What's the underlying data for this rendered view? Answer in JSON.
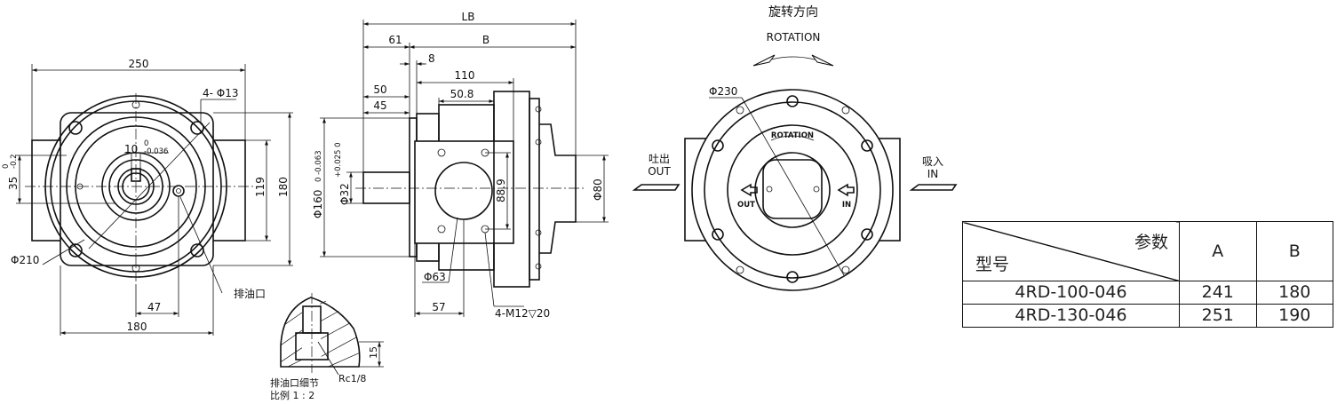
{
  "front_view": {
    "dim_width": "250",
    "dim_holes": "4- Φ13",
    "dim_tol_10": "10",
    "dim_tol_10_up": "0",
    "dim_tol_10_low": "-0.036",
    "dim_35": "35",
    "dim_35_up": "0",
    "dim_35_low": "-0.2",
    "dim_119": "119",
    "dim_180_v": "180",
    "dim_210": "Φ210",
    "dim_47": "47",
    "dim_180_h": "180",
    "drain_label": "排油口"
  },
  "side_view": {
    "dim_lb": "LB",
    "dim_b": "B",
    "dim_61": "61",
    "dim_8": "8",
    "dim_110": "110",
    "dim_50": "50",
    "dim_45": "45",
    "dim_50_8": "50.8",
    "dim_160": "Φ160",
    "dim_160_tol": "0 -0.063",
    "dim_32": "Φ32",
    "dim_32_tol": "+0.025 0",
    "dim_88_9": "88.9",
    "dim_80": "Φ80",
    "dim_63": "Φ63",
    "dim_57": "57",
    "dim_threads": "4-M12▽20"
  },
  "detail": {
    "dim_15": "15",
    "rc_label": "Rc1/8",
    "title": "排油口细节",
    "scale": "比例 1 : 2"
  },
  "rear_view": {
    "rotation_cn": "旋转方向",
    "rotation_en": "ROTATION",
    "dim_230": "Φ230",
    "plate_rotation": "ROTATION",
    "out_cn": "吐出",
    "out_en": "OUT",
    "in_cn": "吸入",
    "in_en": "IN",
    "port_out": "OUT",
    "port_in": "IN"
  },
  "spec_table": {
    "header_param": "参数",
    "header_model": "型号",
    "col_a": "A",
    "col_b": "B",
    "rows": [
      {
        "model": "4RD-100-046",
        "a": "241",
        "b": "180"
      },
      {
        "model": "4RD-130-046",
        "a": "251",
        "b": "190"
      }
    ]
  }
}
